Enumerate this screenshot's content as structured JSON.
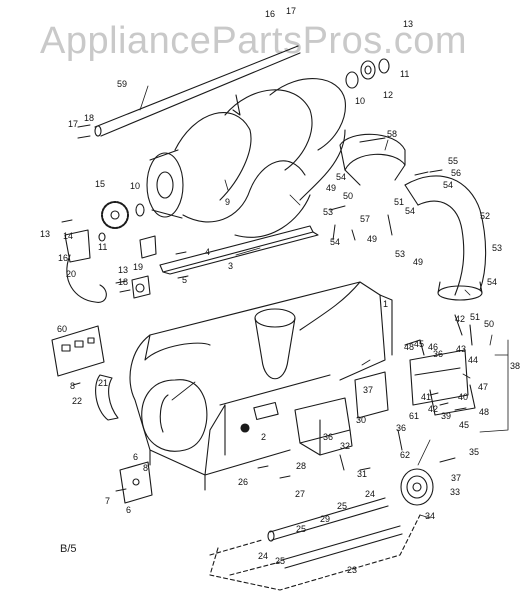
{
  "watermark": "AppliancePartsPros.com",
  "sheet_label": "B/5",
  "part_numbers": [
    "1",
    "2",
    "3",
    "4",
    "5",
    "6",
    "7",
    "8",
    "9",
    "10",
    "11",
    "12",
    "13",
    "14",
    "15",
    "16",
    "17",
    "18",
    "19",
    "20",
    "21",
    "22",
    "23",
    "24",
    "25",
    "26",
    "27",
    "28",
    "29",
    "30",
    "31",
    "32",
    "33",
    "34",
    "35",
    "36",
    "37",
    "38",
    "39",
    "40",
    "41",
    "42",
    "43",
    "44",
    "45",
    "46",
    "47",
    "48",
    "49",
    "50",
    "51",
    "52",
    "53",
    "54",
    "55",
    "56",
    "57",
    "58",
    "59",
    "60",
    "61",
    "62"
  ]
}
